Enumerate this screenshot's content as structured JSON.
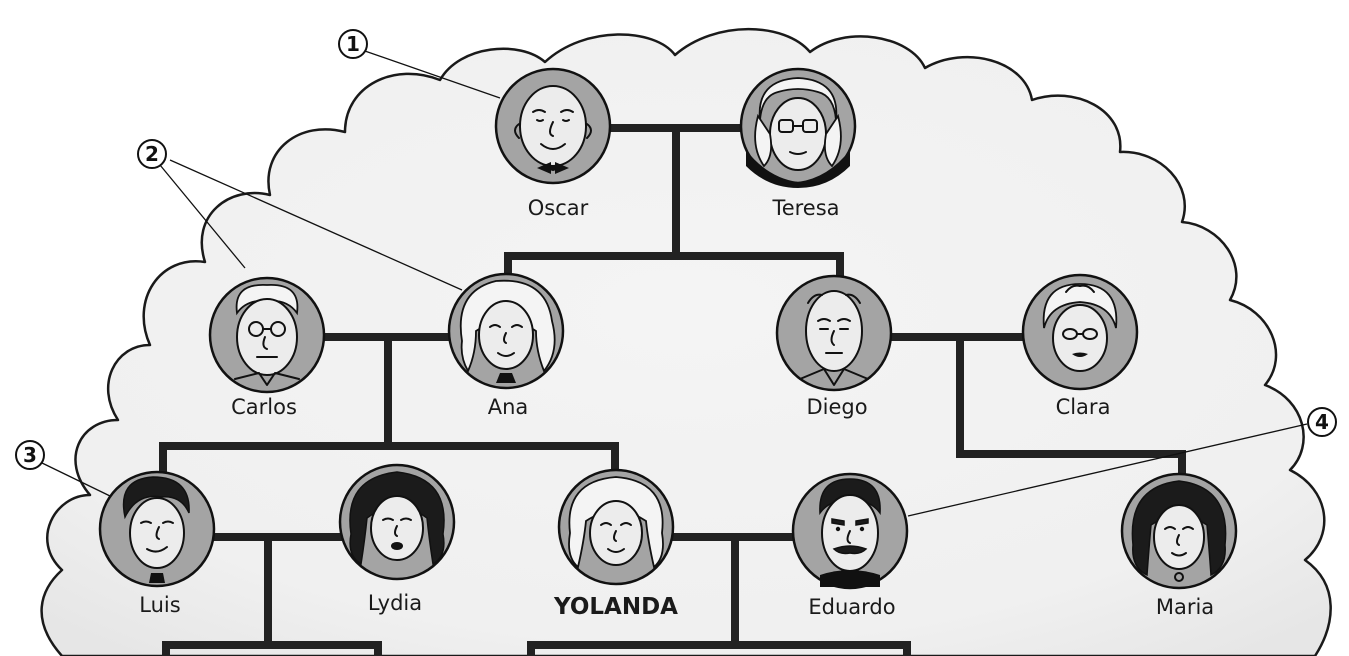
{
  "people": {
    "oscar": "Oscar",
    "teresa": "Teresa",
    "carlos": "Carlos",
    "ana": "Ana",
    "diego": "Diego",
    "clara": "Clara",
    "luis": "Luis",
    "lydia": "Lydia",
    "yolanda": "YOLANDA",
    "eduardo": "Eduardo",
    "maria": "Maria"
  },
  "callouts": {
    "c1": "1",
    "c2": "2",
    "c3": "3",
    "c4": "4"
  },
  "colors": {
    "portrait_fill": "#a4a4a4",
    "line": "#222222",
    "cloud_fill": "#f2f2f2"
  }
}
